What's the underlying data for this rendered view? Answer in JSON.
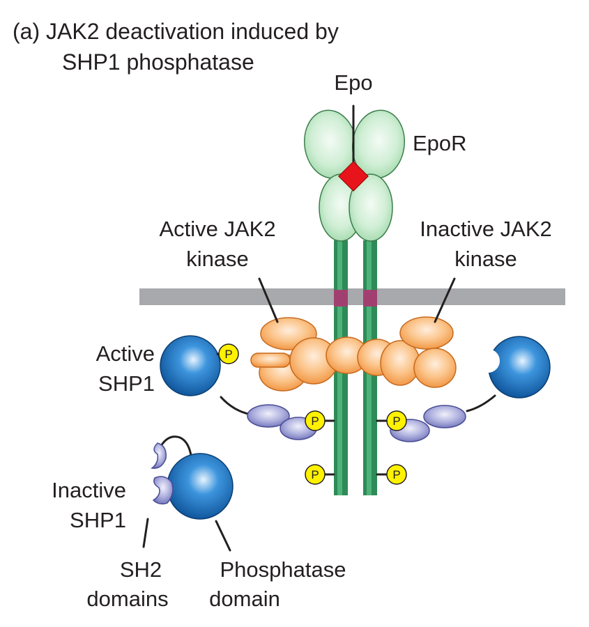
{
  "title": {
    "line1": "(a)  JAK2 deactivation induced by",
    "line2": "SHP1 phosphatase"
  },
  "labels": {
    "epo": "Epo",
    "epor": "EpoR",
    "active_jak2_line1": "Active JAK2",
    "active_jak2_line2": "kinase",
    "inactive_jak2_line1": "Inactive JAK2",
    "inactive_jak2_line2": "kinase",
    "active_shp1_line1": "Active",
    "active_shp1_line2": "SHP1",
    "inactive_shp1_line1": "Inactive",
    "inactive_shp1_line2": "SHP1",
    "sh2_line1": "SH2",
    "sh2_line2": "domains",
    "phosphatase_line1": "Phosphatase",
    "phosphatase_line2": "domain"
  },
  "phosphate_symbol": "P",
  "colors": {
    "epor_green": "#c9ebcf",
    "receptor_chain": "#2e8b57",
    "epo_red": "#e8141c",
    "membrane": "#a7a9ac",
    "jak2_orange": "#f9b36f",
    "shp1_blue": "#1a6fc0",
    "sh2_purple": "#9c9fd4",
    "phosphate_yellow": "#fff200"
  }
}
